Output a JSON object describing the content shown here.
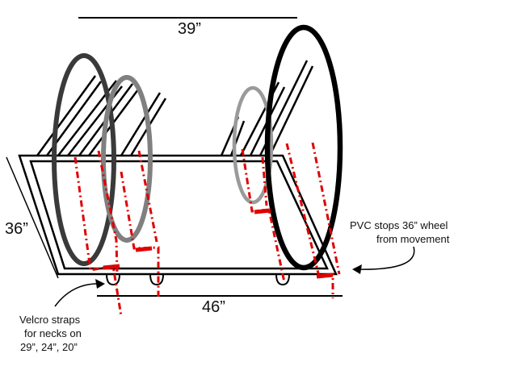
{
  "dimensions": {
    "top": "39”",
    "left": "36”",
    "bottom": "46”"
  },
  "annotations": {
    "pvc_line1": "PVC stops 36” wheel",
    "pvc_line2": "from movement",
    "velcro_line1": "Velcro straps",
    "velcro_line2": "for necks on",
    "velcro_line3": "29”, 24”, 20”"
  },
  "colors": {
    "frame": "#000000",
    "strap": "#e00000",
    "wheel_36": "#000000",
    "wheel_29": "#3a3a3a",
    "wheel_24": "#808080",
    "wheel_20": "#9a9a9a"
  }
}
